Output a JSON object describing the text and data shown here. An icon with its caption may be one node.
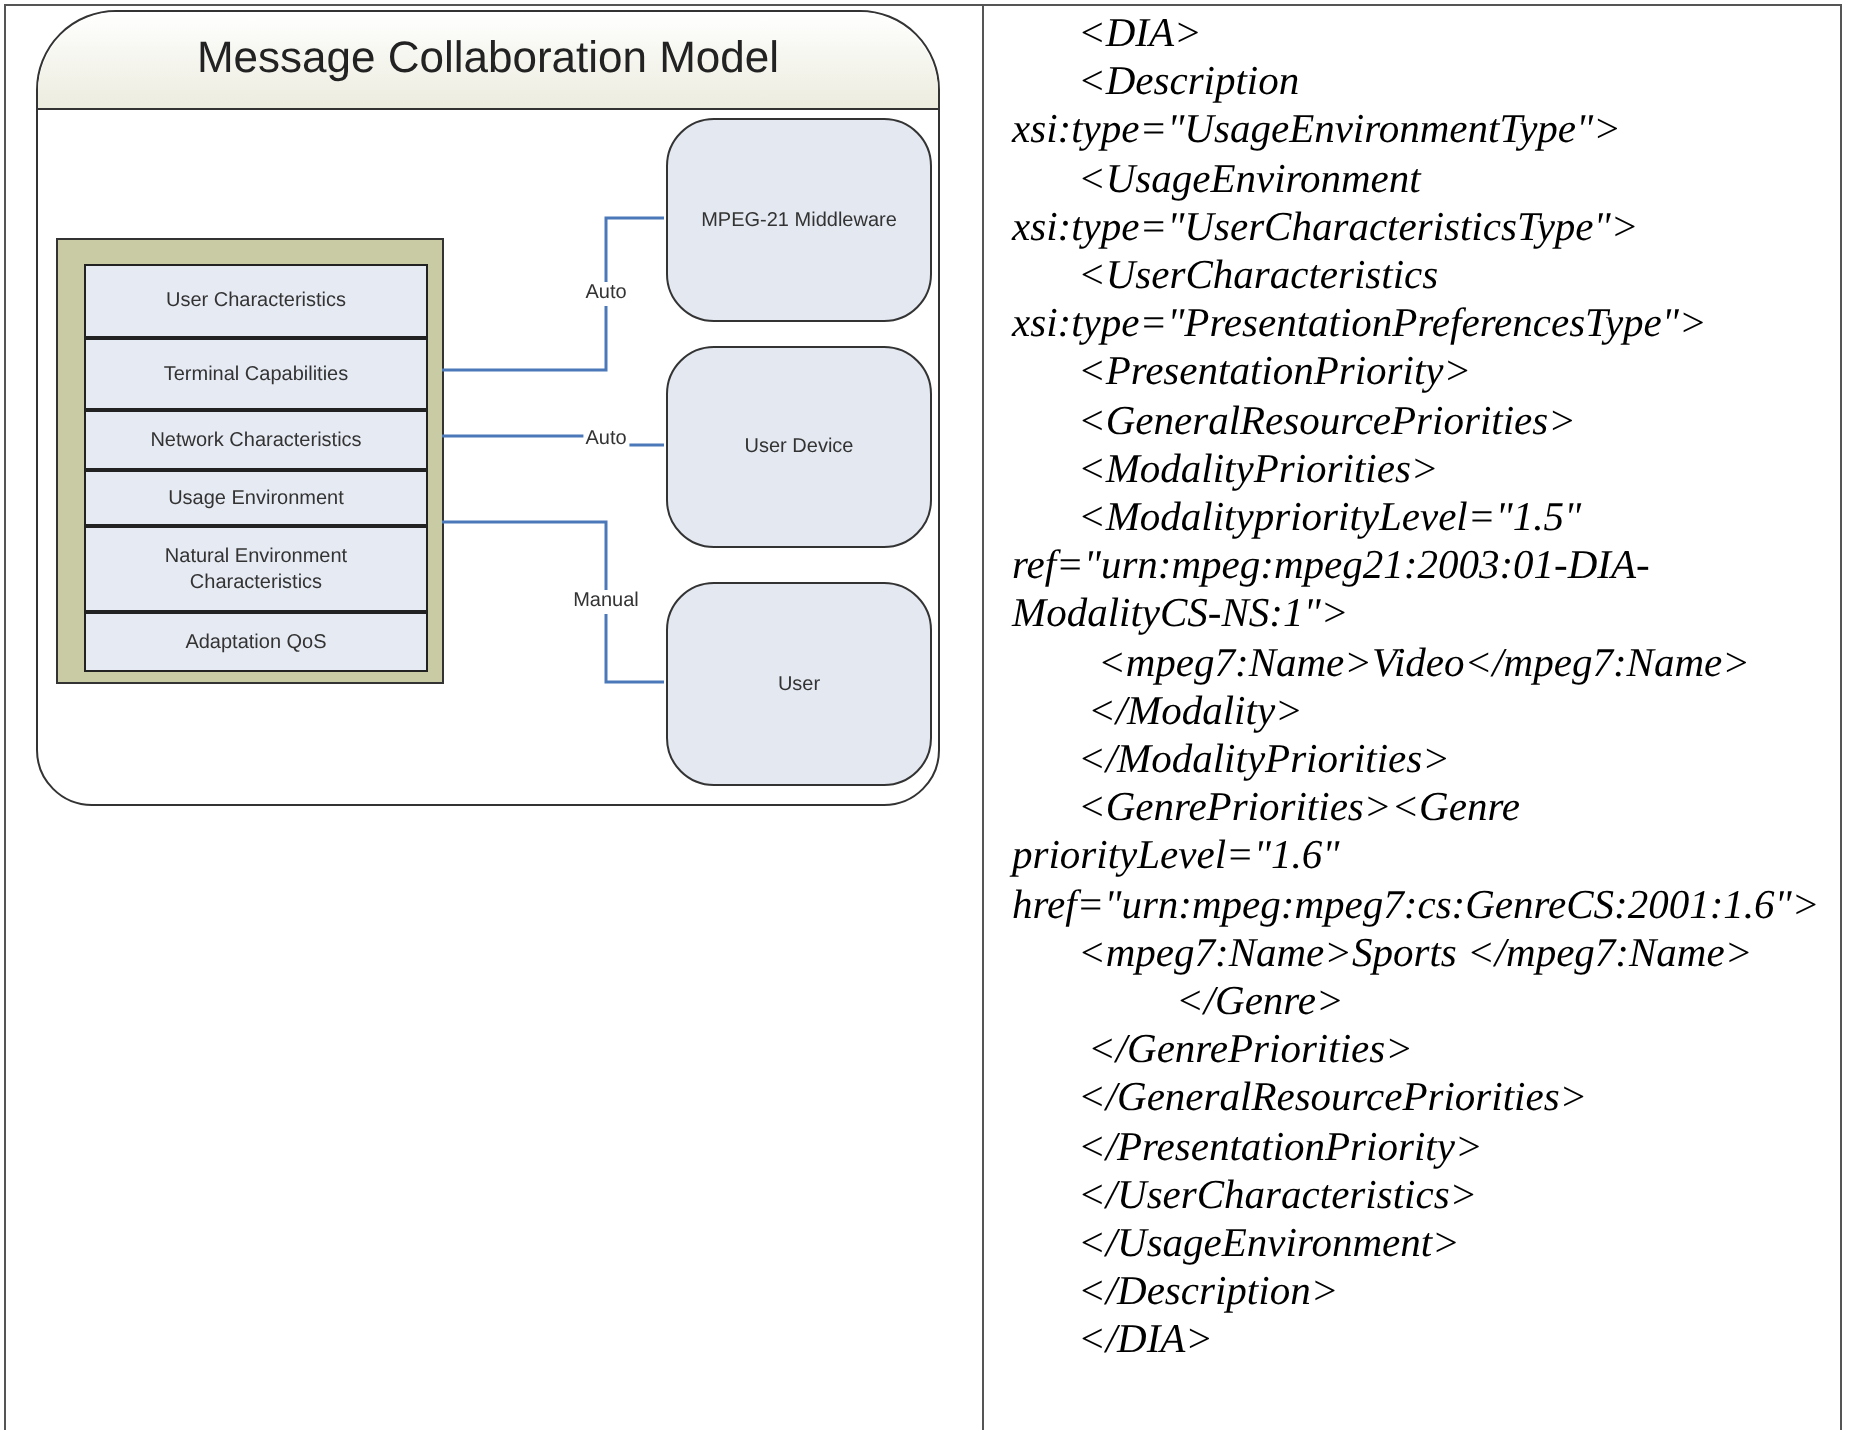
{
  "diagram": {
    "nodes": [
      {
        "text": [
          "Message Collaboration Model"
        ]
      },
      {
        "text": [],
        "shape": "box",
        "in": 0
      },
      {
        "text": [
          "User Characteristics"
        ],
        "in": 1
      },
      {
        "text": [
          "Terminal Capabilities"
        ],
        "in": 1
      },
      {
        "text": [
          "Network Characteristics"
        ],
        "in": 1
      },
      {
        "text": [
          "Usage Environment"
        ],
        "in": 1
      },
      {
        "text": [
          "Natural Environment Characteristics"
        ],
        "in": 1
      },
      {
        "text": [
          "Adaptation QoS"
        ],
        "in": 1
      },
      {
        "text": [
          "MPEG-21 Middleware"
        ],
        "in": 0
      },
      {
        "text": [
          "User Device"
        ],
        "in": 0
      },
      {
        "text": [
          "User"
        ],
        "in": 0
      }
    ],
    "edges": [
      {
        "from": 3,
        "to": 8,
        "arrow": "none",
        "label": "Auto"
      },
      {
        "from": 4,
        "to": 9,
        "arrow": "none",
        "label": "Auto"
      },
      {
        "from": 5,
        "to": 10,
        "arrow": "none",
        "label": "Manual"
      }
    ],
    "labels": [
      "<DIA>",
      "<Description xsi:type=\"UsageEnvironmentType\">",
      "<UsageEnvironment xsi:type=\"UserCharacteristicsType\">",
      "<UserCharacteristics xsi:type=\"PresentationPreferencesType\">",
      "<PresentationPriority>",
      "<GeneralResourcePriorities>",
      "<ModalityPriorities>",
      "<ModalitypriorityLevel=\"1.5\" ref=\"urn:mpeg:mpeg21:2003:01-DIA-ModalityCS-NS:1\">",
      "<mpeg7:Name>Video</mpeg7:Name>",
      "</Modality>",
      "</ModalityPriorities>",
      "<GenrePriorities><Genre priorityLevel=\"1.6\" href=\"urn:mpeg:mpeg7:cs:GenreCS:2001:1.6\">",
      "<mpeg7:Name>Sports </mpeg7:Name>",
      "</Genre>",
      "</GenrePriorities>",
      "</GeneralResourcePriorities>",
      "</PresentationPriority>",
      "</UserCharacteristics>",
      "</UsageEnvironment>",
      "</Description>",
      "</DIA>"
    ]
  }
}
